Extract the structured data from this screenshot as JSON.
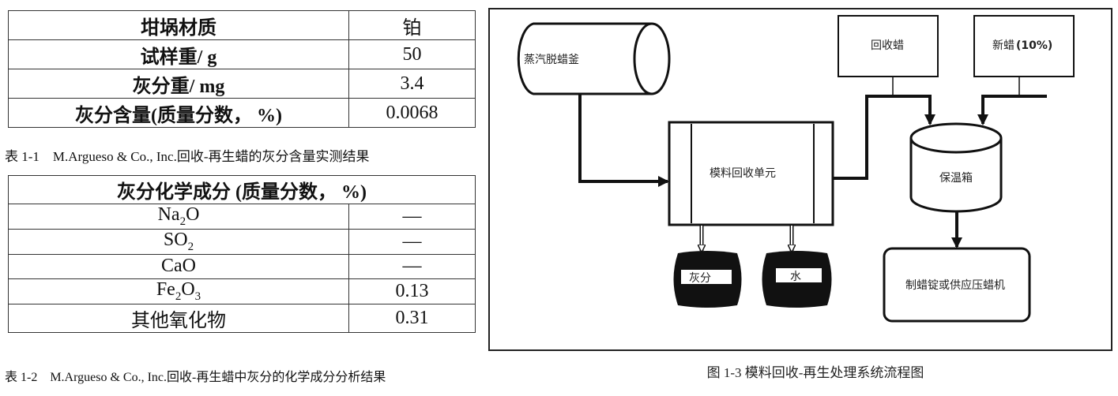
{
  "table1": {
    "rows": [
      {
        "label": "坩埚材质",
        "value": "铂"
      },
      {
        "label": "试样重/ g",
        "value": "50"
      },
      {
        "label": "灰分重/ mg",
        "value": "3.4"
      },
      {
        "label": "灰分含量(质量分数，  %)",
        "value": "0.0068"
      }
    ],
    "caption": "表 1-1　M.Argueso & Co., Inc.回收-再生蜡的灰分含量实测结果"
  },
  "table2": {
    "header": "灰分化学成分  (质量分数，  %)",
    "rows": [
      {
        "base": "Na",
        "sub": "2",
        "tail": "O",
        "value": "—"
      },
      {
        "base": "SO",
        "sub": "2",
        "tail": "",
        "value": "—"
      },
      {
        "base": "CaO",
        "sub": "",
        "tail": "",
        "value": "—"
      },
      {
        "base": "Fe",
        "sub": "2",
        "tail": "O",
        "sub2": "3",
        "value": "0.13"
      },
      {
        "base": "其他氧化物",
        "sub": "",
        "tail": "",
        "value": "0.31"
      }
    ],
    "caption": "表 1-2　M.Argueso & Co., Inc.回收-再生蜡中灰分的化学成分分析结果"
  },
  "diagram": {
    "autoclave": "蒸汽脱蜡釜",
    "recovery_unit": "模料回收单元",
    "reclaimed_wax": "回收蜡",
    "new_wax": "新蜡",
    "new_wax_pct": "(10%)",
    "holding_tank": "保温箱",
    "ash": "灰分",
    "water": "水",
    "output": "制蜡锭或供应压蜡机",
    "caption": "图 1-3  模料回收-再生处理系统流程图"
  }
}
